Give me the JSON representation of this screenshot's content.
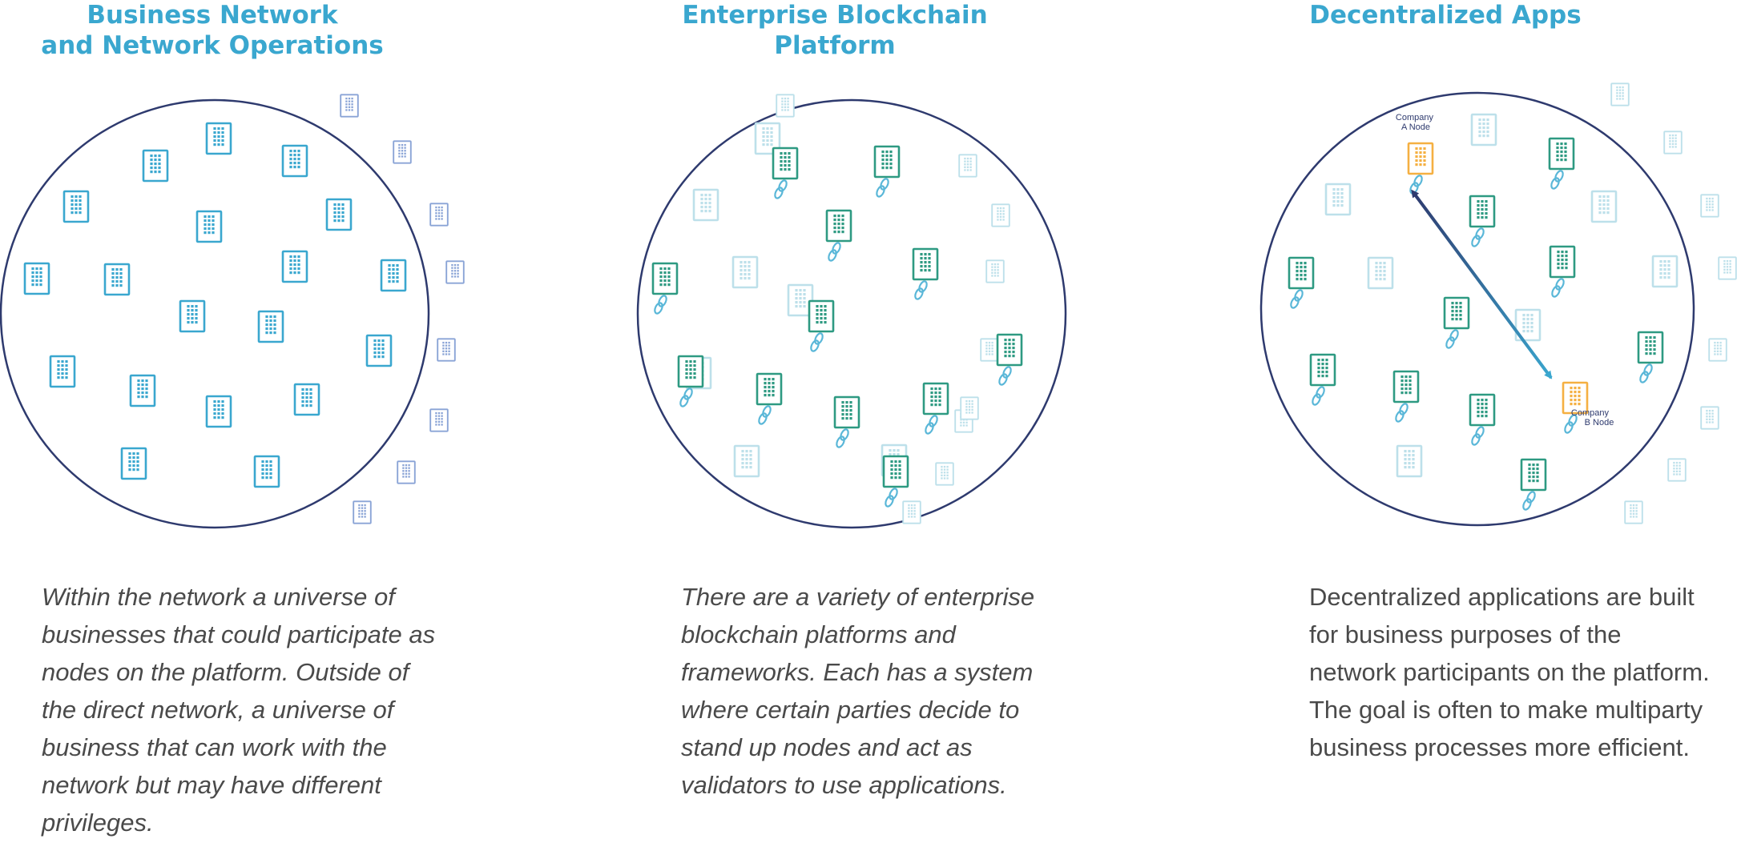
{
  "colors": {
    "title": "#3aa7cf",
    "circle": "#2e3a6e",
    "outside_building": "#8aa4d6",
    "network_building": "#3aa7cf",
    "node_building": "#2e9a82",
    "inactive_building": "#bde0ea",
    "link": "#5ab7d8",
    "company_node": "#f5b042",
    "arrow_start": "#2e3a6e",
    "arrow_end": "#3aa7cf",
    "caption": "#4a4a4a"
  },
  "panels": [
    {
      "title_lines": [
        "Business Network",
        "and Network Operations"
      ],
      "caption_lines": [
        "Within the network a universe of",
        "businesses that could participate as",
        "nodes on the platform. Outside of",
        "the direct network, a universe of",
        "business that can work with the",
        "network but may have different",
        "privileges."
      ]
    },
    {
      "title_lines": [
        "Enterprise Blockchain",
        "Platform"
      ],
      "caption_lines": [
        "There are a variety of enterprise",
        "blockchain platforms and",
        "frameworks. Each has a system",
        "where certain parties decide to",
        "stand up nodes and act as",
        "validators to use applications."
      ]
    },
    {
      "title_lines": [
        "Decentralized Apps"
      ],
      "caption_lines": [
        "Decentralized applications are built",
        "for business purposes of the",
        "network participants on the platform.",
        "The goal is often to make multiparty",
        "business processes more efficient."
      ],
      "company_a_label": [
        "Company",
        "A Node"
      ],
      "company_b_label": [
        "Company",
        "B Node"
      ]
    }
  ]
}
